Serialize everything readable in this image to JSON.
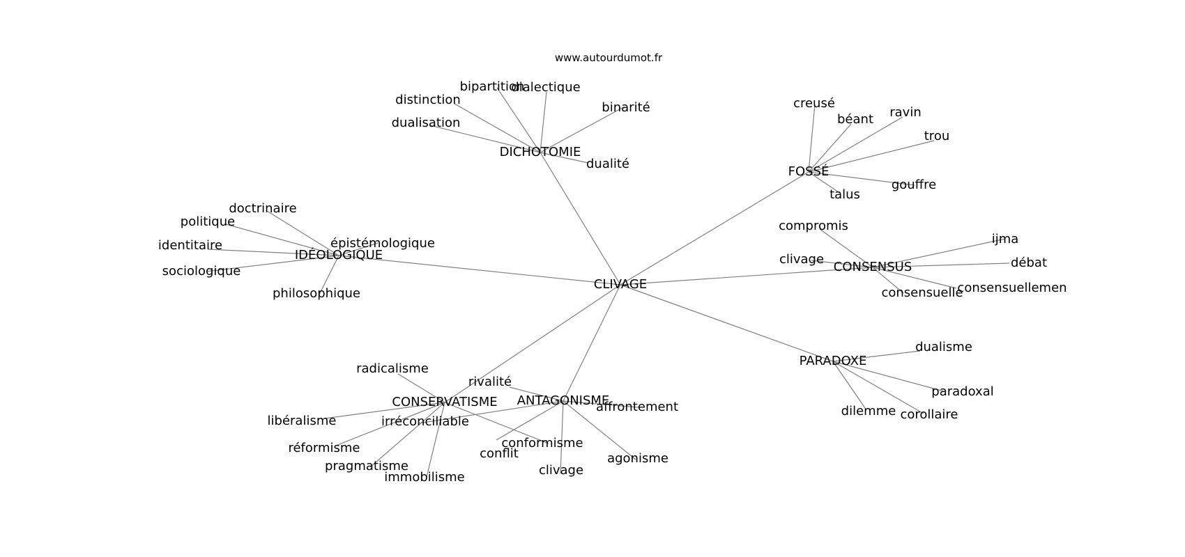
{
  "watermark": "www.autourdumot.fr",
  "graph": {
    "center": "CLIVAGE",
    "hubs": [
      {
        "id": "DICHOTOMIE",
        "label": "DICHOTOMIE",
        "leaves": [
          "bipartition",
          "dialectique",
          "distinction",
          "dualisation",
          "binarité",
          "dualité"
        ]
      },
      {
        "id": "FOSSE",
        "label": "FOSSÉ",
        "leaves": [
          "creusé",
          "béant",
          "ravin",
          "trou",
          "gouffre",
          "talus"
        ]
      },
      {
        "id": "IDEOLOGIQUE",
        "label": "IDÉOLOGIQUE",
        "leaves": [
          "doctrinaire",
          "politique",
          "identitaire",
          "sociologique",
          "épistémologique",
          "philosophique"
        ]
      },
      {
        "id": "CONSENSUS",
        "label": "CONSENSUS",
        "leaves": [
          "compromis",
          "clivage",
          "ijma",
          "débat",
          "consensuelle",
          "consensuellemen"
        ]
      },
      {
        "id": "PARADOXE",
        "label": "PARADOXE",
        "leaves": [
          "dualisme",
          "paradoxal",
          "dilemme",
          "corollaire"
        ]
      },
      {
        "id": "CONSERVATISME",
        "label": "CONSERVATISME",
        "leaves": [
          "radicalisme",
          "libéralisme",
          "réformisme",
          "pragmatisme",
          "immobilisme",
          "conformisme"
        ]
      },
      {
        "id": "ANTAGONISME",
        "label": "ANTAGONISME",
        "leaves": [
          "rivalité",
          "irréconciliable",
          "affrontement",
          "conflit",
          "clivage",
          "agonisme"
        ]
      }
    ]
  }
}
